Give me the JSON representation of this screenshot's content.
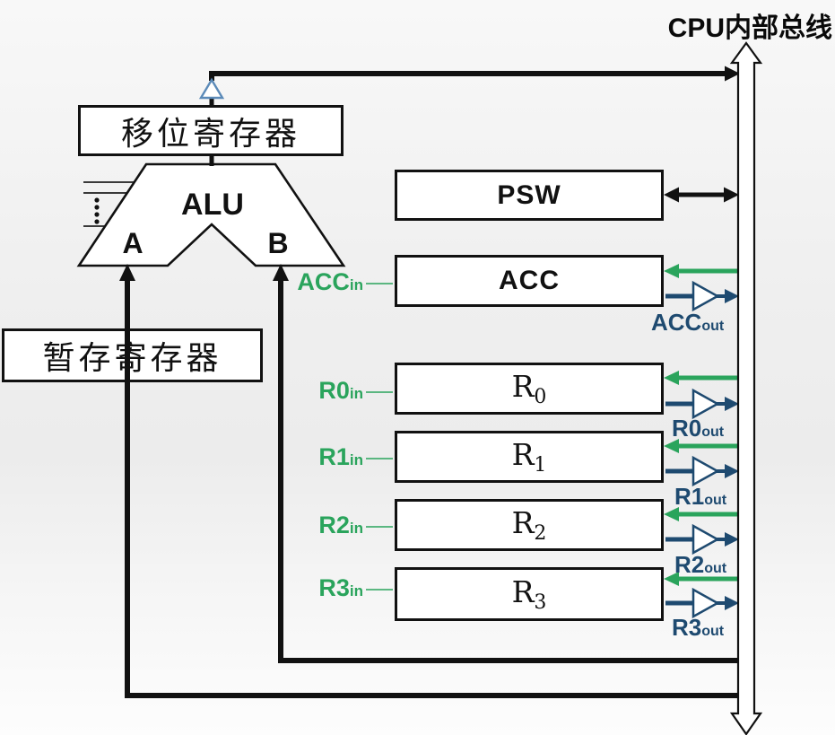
{
  "title": "CPU内部总线",
  "colors": {
    "green": "#2aa45c",
    "navy": "#1e4a70",
    "buffer_blue": "#5b8ab8",
    "line_black": "#111111"
  },
  "shift_register": {
    "label": "移位寄存器"
  },
  "temp_register": {
    "label": "暂存寄存器"
  },
  "alu": {
    "label": "ALU",
    "input_a": "A",
    "input_b": "B"
  },
  "psw": {
    "label": "PSW"
  },
  "registers": [
    {
      "label": "ACC",
      "sub": "",
      "in_main": "ACC",
      "in_sub": "in",
      "out_main": "ACC",
      "out_sub": "out"
    },
    {
      "label": "R",
      "sub": "0",
      "in_main": "R0",
      "in_sub": "in",
      "out_main": "R0",
      "out_sub": "out"
    },
    {
      "label": "R",
      "sub": "1",
      "in_main": "R1",
      "in_sub": "in",
      "out_main": "R1",
      "out_sub": "out"
    },
    {
      "label": "R",
      "sub": "2",
      "in_main": "R2",
      "in_sub": "in",
      "out_main": "R2",
      "out_sub": "out"
    },
    {
      "label": "R",
      "sub": "3",
      "in_main": "R3",
      "in_sub": "in",
      "out_main": "R3",
      "out_sub": "out"
    }
  ]
}
